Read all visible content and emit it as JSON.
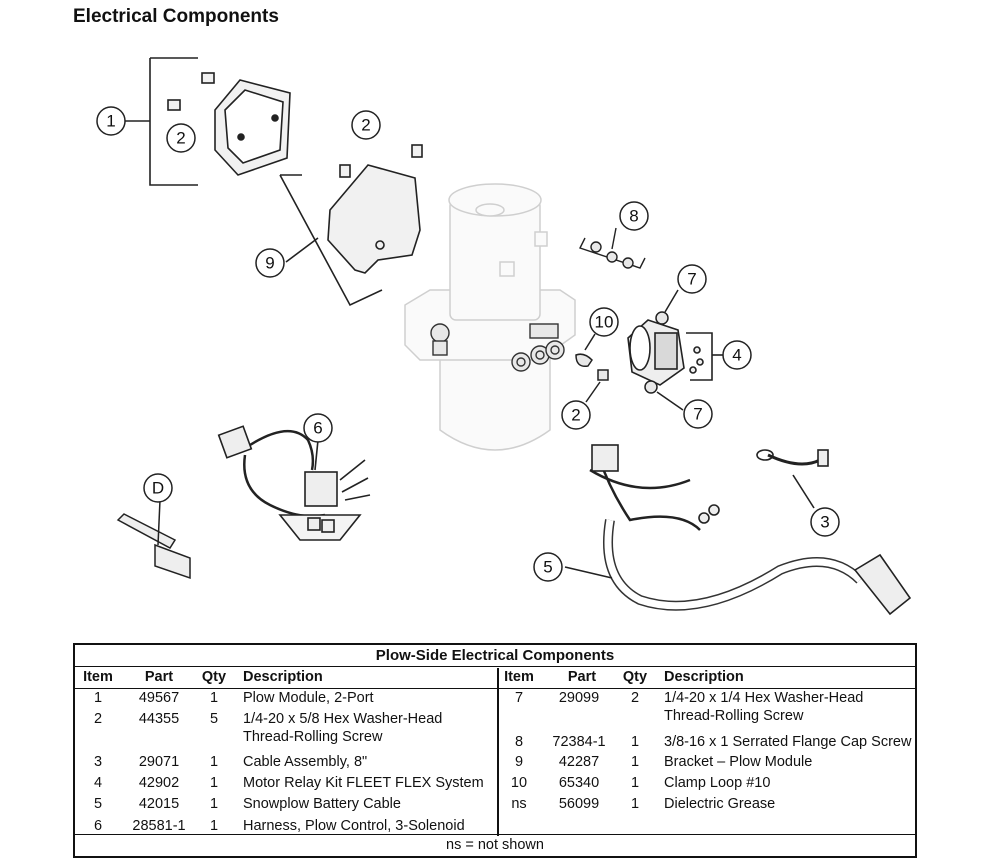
{
  "page": {
    "title": "Electrical Components"
  },
  "callouts": [
    "1",
    "2",
    "2",
    "9",
    "8",
    "7",
    "10",
    "4",
    "2",
    "7",
    "6",
    "D",
    "3",
    "5"
  ],
  "table": {
    "title": "Plow-Side Electrical Components",
    "headers": {
      "item": "Item",
      "part": "Part",
      "qty": "Qty",
      "description": "Description"
    },
    "left_rows": [
      {
        "item": "1",
        "part": "49567",
        "qty": "1",
        "desc1": "Plow Module, 2-Port",
        "desc2": ""
      },
      {
        "item": "2",
        "part": "44355",
        "qty": "5",
        "desc1": "1/4-20 x 5/8 Hex Washer-Head",
        "desc2": "Thread-Rolling Screw"
      },
      {
        "item": "3",
        "part": "29071",
        "qty": "1",
        "desc1": "Cable Assembly, 8\"",
        "desc2": ""
      },
      {
        "item": "4",
        "part": "42902",
        "qty": "1",
        "desc1": "Motor Relay Kit FLEET FLEX System",
        "desc2": ""
      },
      {
        "item": "5",
        "part": "42015",
        "qty": "1",
        "desc1": "Snowplow Battery Cable",
        "desc2": ""
      },
      {
        "item": "6",
        "part": "28581-1",
        "qty": "1",
        "desc1": "Harness, Plow Control, 3-Solenoid",
        "desc2": ""
      }
    ],
    "right_rows": [
      {
        "item": "7",
        "part": "29099",
        "qty": "2",
        "desc1": "1/4-20 x 1/4 Hex Washer-Head",
        "desc2": "Thread-Rolling Screw"
      },
      {
        "item": "8",
        "part": "72384-1",
        "qty": "1",
        "desc1": "3/8-16 x 1 Serrated Flange Cap Screw",
        "desc2": ""
      },
      {
        "item": "9",
        "part": "42287",
        "qty": "1",
        "desc1": "Bracket – Plow Module",
        "desc2": ""
      },
      {
        "item": "10",
        "part": "65340",
        "qty": "1",
        "desc1": "Clamp Loop #10",
        "desc2": ""
      },
      {
        "item": "ns",
        "part": "56099",
        "qty": "1",
        "desc1": "Dielectric Grease",
        "desc2": ""
      }
    ],
    "footer": "ns = not shown"
  }
}
